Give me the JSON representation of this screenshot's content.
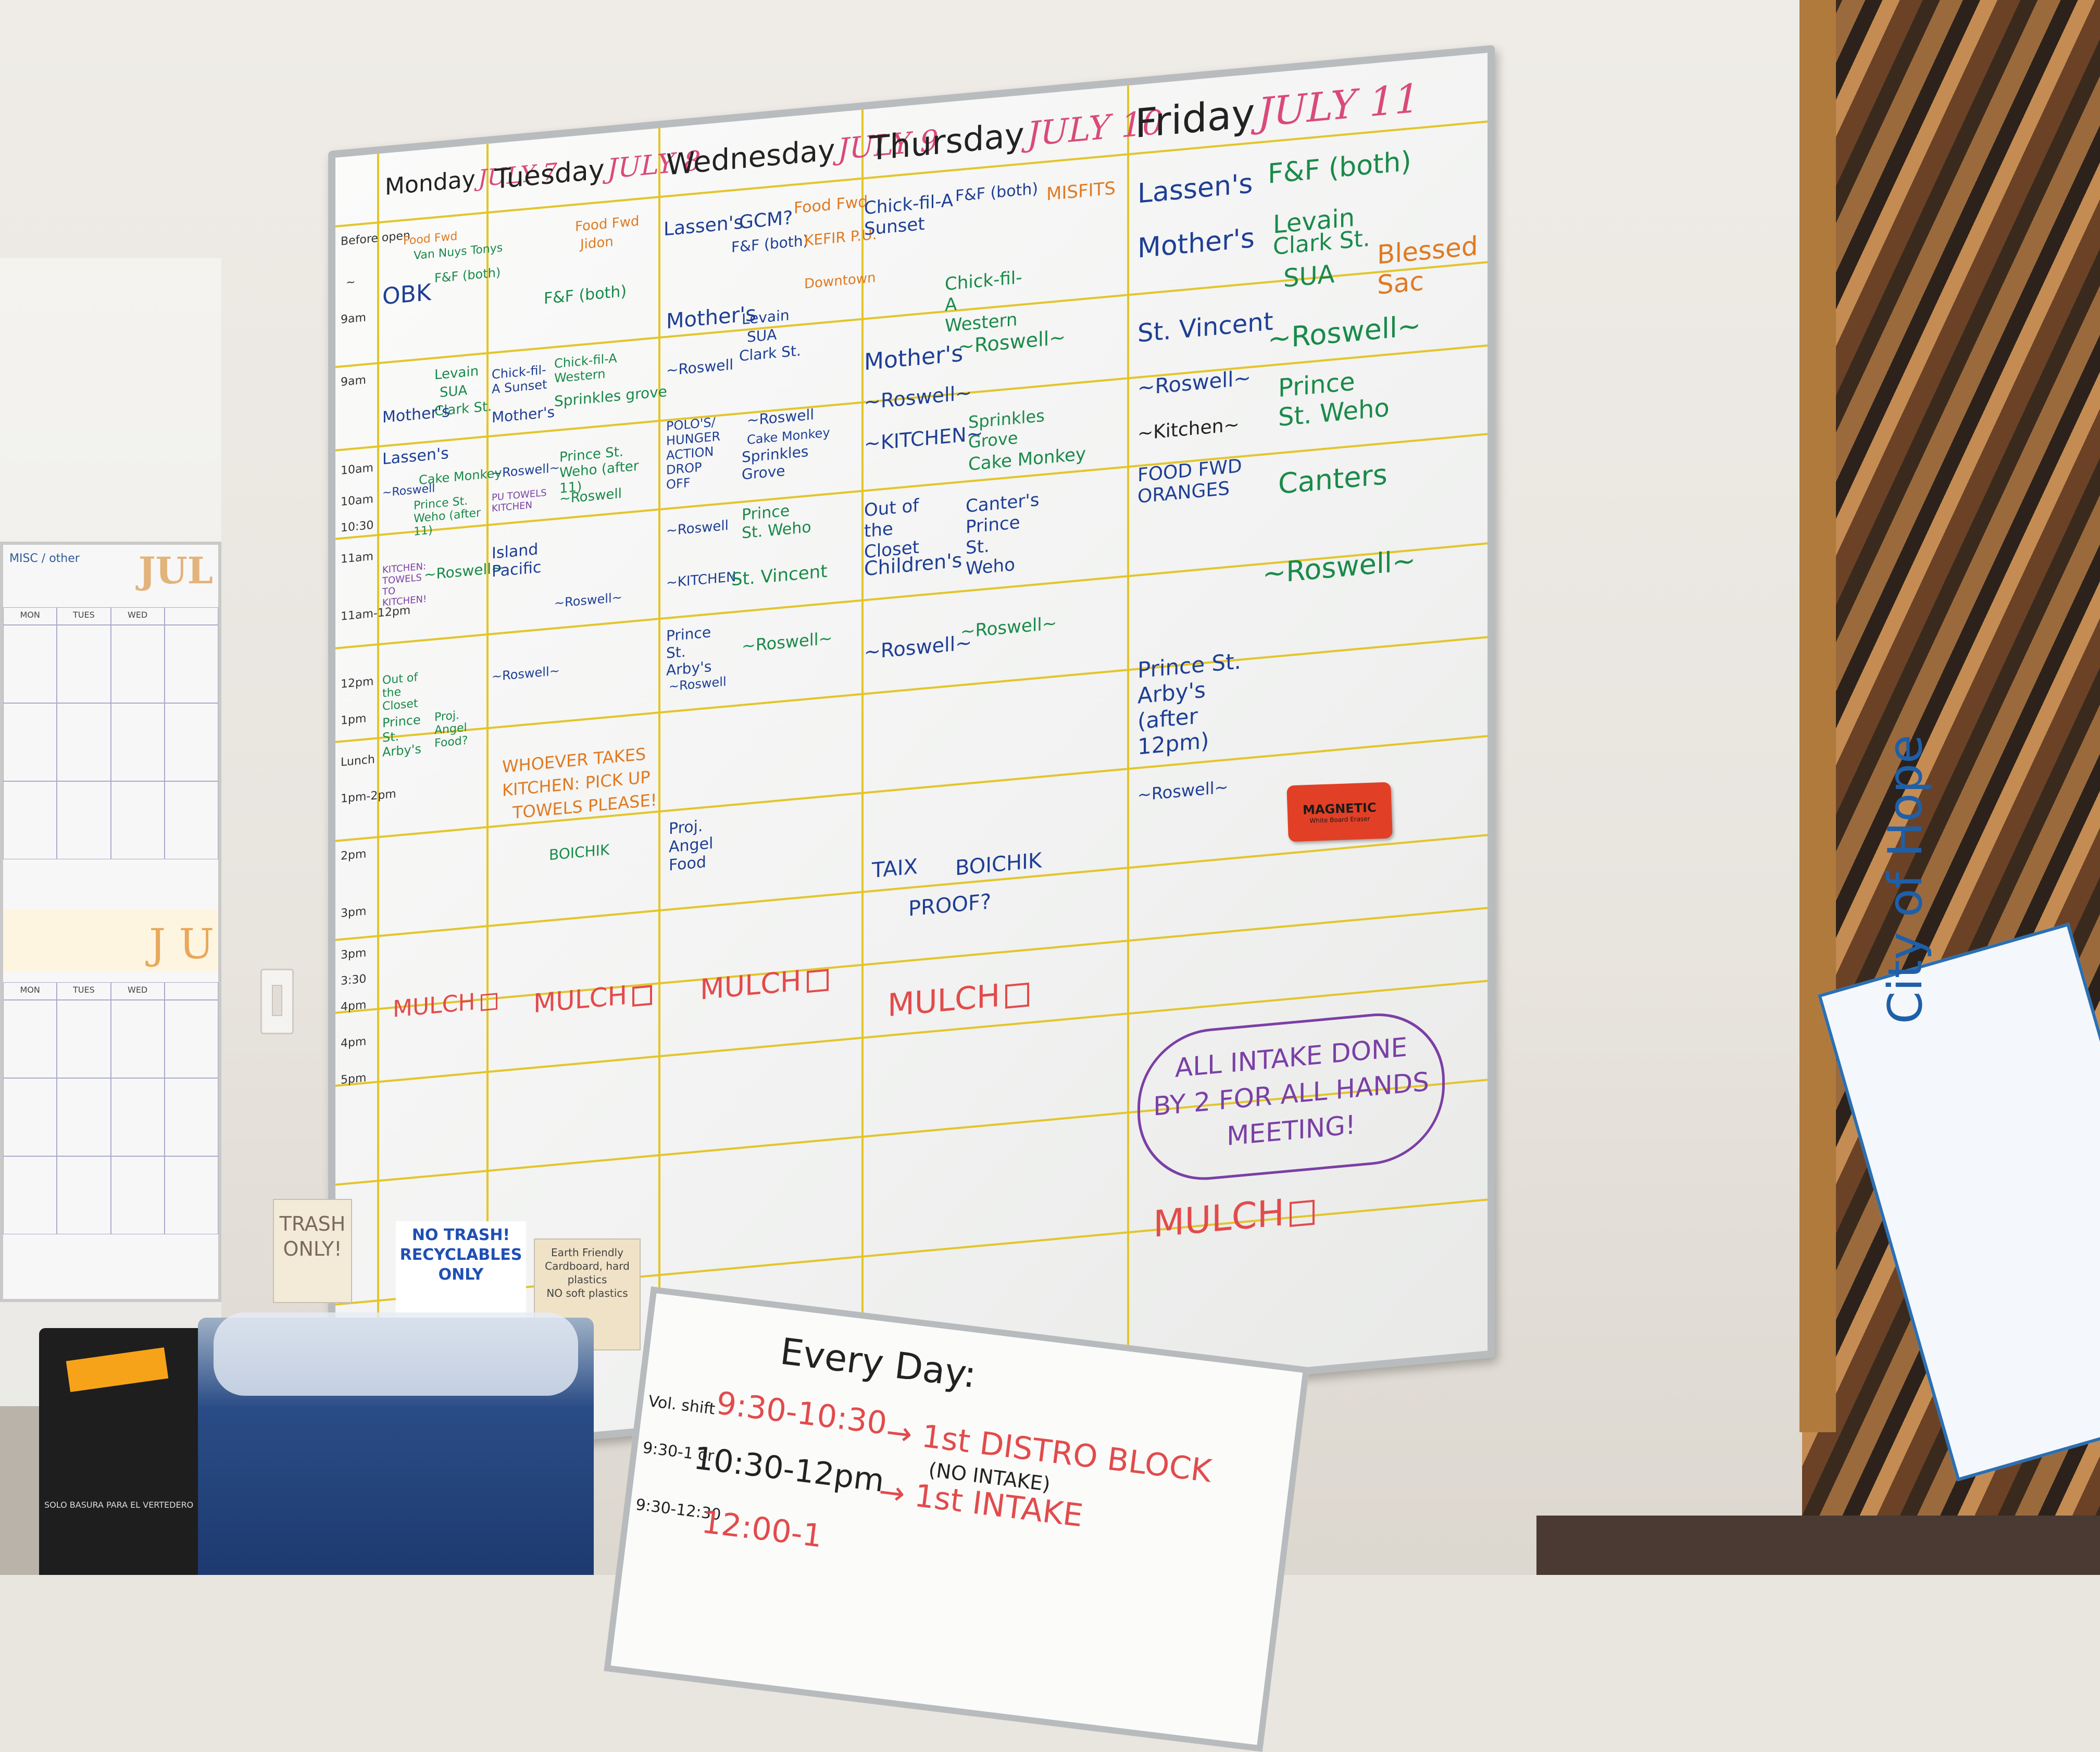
{
  "calendar": {
    "header_text": "MISC / other",
    "title": "JUL",
    "day_headers": [
      "MON",
      "TUES",
      "WED"
    ],
    "section_title": "J U"
  },
  "whiteboard": {
    "days": [
      {
        "name": "Monday",
        "date": "JULY 7"
      },
      {
        "name": "Tuesday",
        "date": "JULY 8"
      },
      {
        "name": "Wednesday",
        "date": "JULY 9"
      },
      {
        "name": "Thursday",
        "date": "JULY 10"
      },
      {
        "name": "Friday",
        "date": "JULY 11"
      }
    ],
    "times": [
      "Before open",
      "~",
      "9am",
      "9am",
      "10am",
      "10am",
      "10:30",
      "11am",
      "11am-12pm",
      "12pm",
      "1pm",
      "Lunch",
      "1pm-2pm",
      "2pm",
      "3pm",
      "3pm",
      "3:30",
      "4pm",
      "4pm",
      "5pm"
    ],
    "monday": [
      "Food Fwd",
      "Van Nuys Tonys",
      "F&F (both)",
      "OBK",
      "Levain",
      "SUA",
      "Clark St.",
      "Mother's",
      "Lassen's",
      "~Roswell",
      "Cake Monkey",
      "Prince St. Weho (after 11)",
      "~Roswell~",
      "Out of the Closet",
      "Prince St. Arby's",
      "Proj. Angel Food?",
      "KITCHEN: TOWELS TO KITCHEN!",
      "MULCH"
    ],
    "tuesday": [
      "Food Fwd",
      "Jidon",
      "F&F (both)",
      "Chick-fil-A Sunset",
      "Chick-fil-A Western",
      "Mother's",
      "Sprinkles grove",
      "~Roswell~",
      "Prince St. Weho (after 11)",
      "PU TOWELS KITCHEN",
      "~Roswell",
      "Island Pacific",
      "~Roswell~",
      "~Roswell~",
      "WHOEVER TAKES",
      "KITCHEN: PICK UP",
      "TOWELS PLEASE!",
      "BOICHIK",
      "MULCH"
    ],
    "wednesday": [
      "Lassen's",
      "GCM?",
      "Food Fwd",
      "F&F (both)",
      "KEFIR P.U.",
      "Downtown",
      "Mother's",
      "Levain",
      "SUA",
      "Clark St.",
      "~Roswell",
      "POLO'S/ HUNGER ACTION DROP OFF",
      "~Roswell",
      "Cake Monkey",
      "Sprinkles Grove",
      "~Roswell",
      "Prince St. Weho",
      "~KITCHEN",
      "St. Vincent",
      "Prince St. Arby's",
      "~Roswell~",
      "~Roswell",
      "Proj. Angel Food",
      "MULCH"
    ],
    "thursday": [
      "Chick-fil-A Sunset",
      "F&F (both)",
      "MISFITS",
      "Chick-fil-A Western",
      "Mother's",
      "~Roswell~",
      "~Roswell~",
      "~KITCHEN~",
      "Sprinkles Grove",
      "Cake Monkey",
      "Out of the Closet",
      "Canter's",
      "Prince St. Weho",
      "Children's",
      "~Roswell~",
      "~Roswell~",
      "TAIX",
      "BOICHIK",
      "PROOF?",
      "MULCH"
    ],
    "friday": [
      "Lassen's",
      "F&F (both)",
      "Mother's",
      "Levain",
      "Clark St.",
      "SUA",
      "Blessed Sac",
      "St. Vincent",
      "~Roswell~",
      "~Roswell~",
      "Prince St. Weho",
      "~Kitchen~",
      "FOOD FWD ORANGES",
      "Canters",
      "~Roswell~",
      "Prince St. Arby's (after 12pm)",
      "~Roswell~",
      "MULCH"
    ],
    "note": [
      "ALL INTAKE DONE",
      "BY 2 FOR ALL HANDS",
      "MEETING!"
    ]
  },
  "eraser": {
    "title": "MAGNETIC",
    "subtitle": "White Board Eraser"
  },
  "signs": {
    "trash": [
      "TRASH",
      "ONLY!"
    ],
    "recyclables": [
      "NO TRASH!",
      "RECYCLABLES ONLY"
    ],
    "cardboard": [
      "Earth Friendly",
      "Cardboard, hard",
      "plastics",
      "NO soft plastics"
    ]
  },
  "schedule_board": {
    "title": "Every Day:",
    "rows": [
      {
        "label": "Vol. shift",
        "time": "9:30-10:30",
        "text": "→ 1st DISTRO BLOCK"
      },
      {
        "label": "9:30-1 or",
        "time": "10:30-12pm",
        "text": "→ 1st INTAKE",
        "sub": "(NO INTAKE)"
      },
      {
        "label": "9:30-12:30",
        "time": "12:00-1",
        "text": ""
      }
    ]
  },
  "bin_label": "SOLO BASURA PARA EL VERTEDERO",
  "check_brand": "City of Hope",
  "colors": {
    "tape": "#e3c52a",
    "date_pink": "#d94a7a",
    "marker_blue": "#1f3f95",
    "marker_green": "#1a8a4a",
    "marker_orange": "#e07a22",
    "marker_red": "#e24b4b",
    "marker_purple": "#7b3fa6"
  }
}
